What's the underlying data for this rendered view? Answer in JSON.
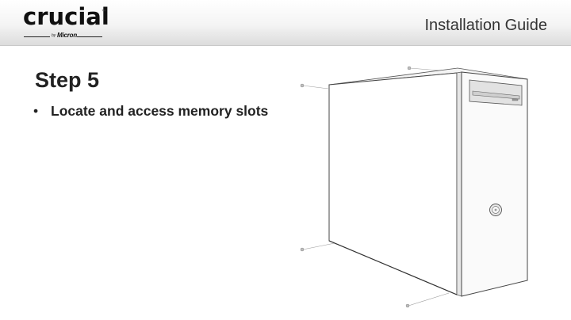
{
  "header": {
    "logo": {
      "wordmark": "crucial",
      "trademark": "™",
      "tagline_by": "by",
      "tagline_brand": "Micron"
    },
    "title": "Installation Guide"
  },
  "slide": {
    "step_title": "Step 5",
    "bullets": [
      {
        "marker": "•",
        "text": "Locate and access memory slots"
      }
    ]
  },
  "illustration": {
    "subject": "computer-tower-case-icon",
    "power_button": "power-icon"
  }
}
